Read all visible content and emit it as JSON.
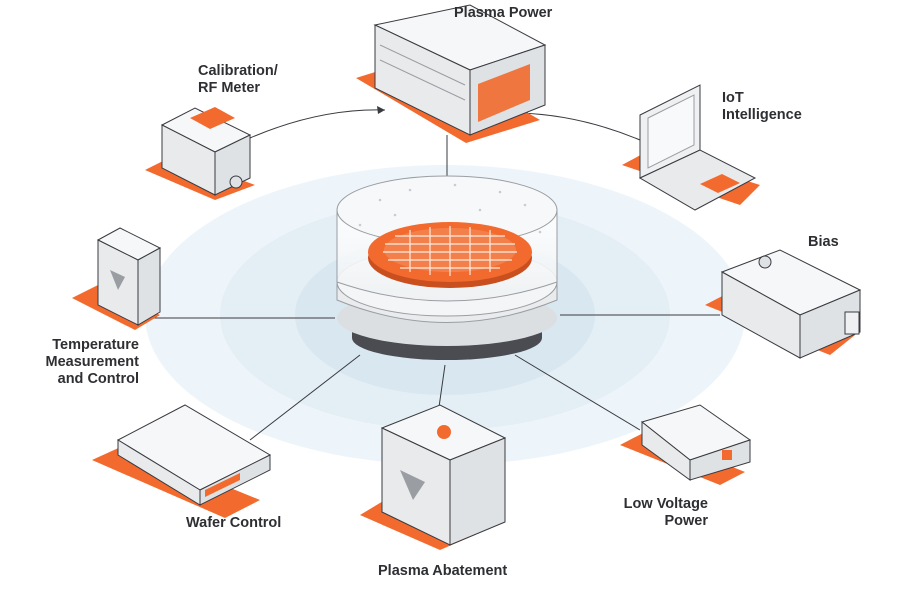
{
  "labels": {
    "plasma_power": [
      "Plasma Power"
    ],
    "calibration": [
      "Calibration/",
      "RF Meter"
    ],
    "iot": [
      "IoT",
      "Intelligence"
    ],
    "bias": [
      "Bias"
    ],
    "temperature": [
      "Temperature",
      "Measurement",
      "and Control"
    ],
    "wafer_control": [
      "Wafer Control"
    ],
    "plasma_abatement": [
      "Plasma Abatement"
    ],
    "low_voltage": [
      "Low Voltage",
      "Power"
    ]
  },
  "colors": {
    "accent": "#f26a2e",
    "line": "#2e2f33",
    "halo": "#e9f3f9",
    "device": "#f1f2f3",
    "shadow": "#4a4c52"
  }
}
